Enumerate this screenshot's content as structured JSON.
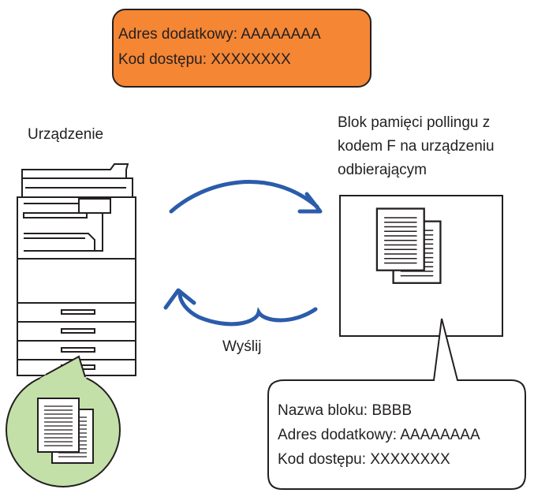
{
  "top_box": {
    "line1": "Adres dodatkowy: AAAAAAAA",
    "line2": "Kod dostępu: XXXXXXXX",
    "fill": "#f58634"
  },
  "device": {
    "label": "Urządzenie"
  },
  "memory_box": {
    "line1": "Blok pamięci pollingu z",
    "line2": "kodem F na urządzeniu",
    "line3": "odbierającym"
  },
  "send_label": "Wyślij",
  "callout": {
    "line1": "Nazwa bloku: BBBB",
    "line2": "Adres dodatkowy: AAAAAAAA",
    "line3": "Kod dostępu: XXXXXXXX"
  },
  "colors": {
    "arrow": "#2b5caa",
    "circle_fill": "#c3e0a8",
    "outline": "#231f20"
  },
  "icons": [
    "multifunction-printer-icon",
    "document-stack-icon"
  ]
}
